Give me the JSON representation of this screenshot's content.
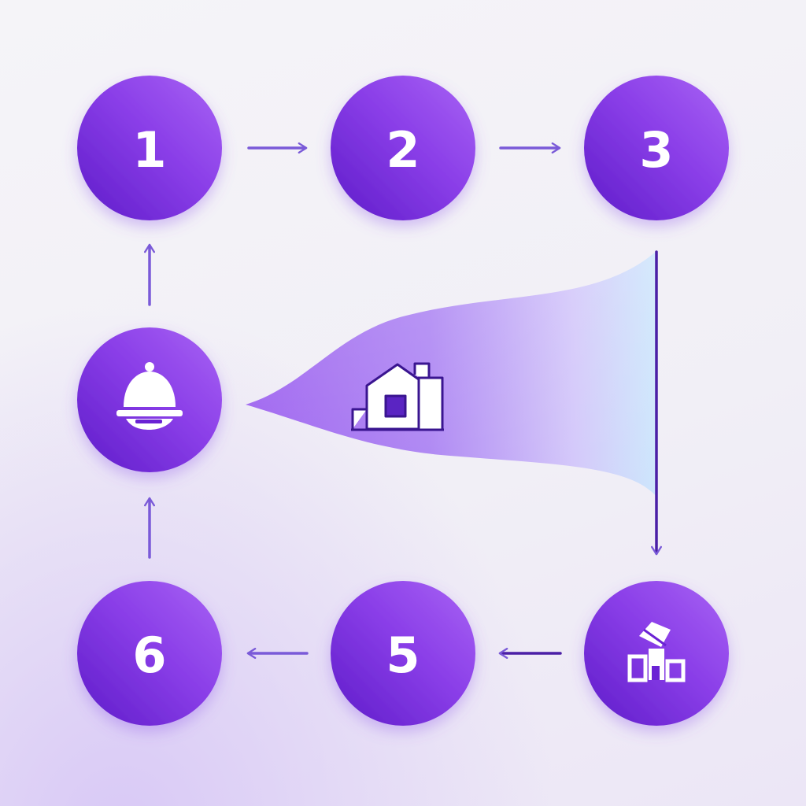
{
  "colors": {
    "node_dark": "#6a22d4",
    "node_light": "#a25cf2",
    "arrow": "#7a5ad8",
    "arrow_dark": "#4b1fa6",
    "ribbon_purple": "#9f66ef",
    "ribbon_blue": "#c9e2fb",
    "icon_white": "#ffffff"
  },
  "nodes": [
    {
      "id": "step-1",
      "label": "1"
    },
    {
      "id": "step-2",
      "label": "2"
    },
    {
      "id": "step-3",
      "label": "3"
    },
    {
      "id": "step-4",
      "label": "",
      "icon": "buildings-icon"
    },
    {
      "id": "step-5",
      "label": "5"
    },
    {
      "id": "step-6",
      "label": "6"
    },
    {
      "id": "step-7",
      "label": "",
      "icon": "cloche-icon"
    }
  ],
  "ribbon": {
    "icon": "house-icon"
  },
  "flow": [
    "1",
    "2",
    "3",
    "buildings",
    "5",
    "6",
    "cloche",
    "1"
  ]
}
